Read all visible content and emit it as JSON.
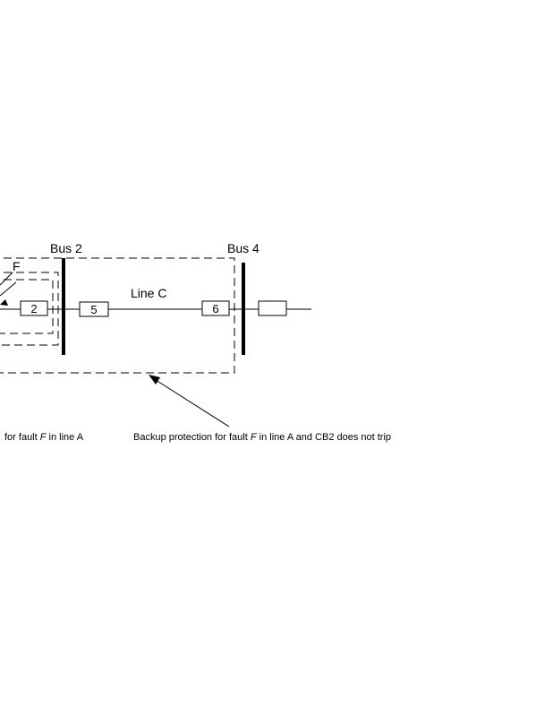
{
  "buses": {
    "bus2": "Bus 2",
    "bus4": "Bus 4"
  },
  "lines": {
    "line_c": "Line C"
  },
  "fault": {
    "label": "F"
  },
  "breakers": {
    "cb2": "2",
    "cb5": "5",
    "cb6": "6",
    "cb_right": ""
  },
  "captions": {
    "primary": {
      "prefix": "for fault ",
      "emphasis": "F",
      "suffix": " in line A"
    },
    "backup": {
      "prefix": "Backup protection for fault ",
      "emphasis": "F",
      "suffix": " in line A and CB2 does not trip"
    }
  }
}
